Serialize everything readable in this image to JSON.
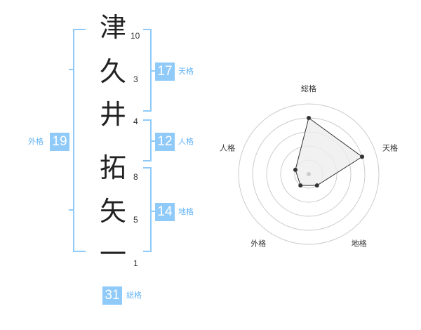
{
  "name_chars": [
    {
      "char": "津",
      "strokes": "10"
    },
    {
      "char": "久",
      "strokes": "3"
    },
    {
      "char": "井",
      "strokes": "4"
    },
    {
      "char": "拓",
      "strokes": "8"
    },
    {
      "char": "矢",
      "strokes": "5"
    },
    {
      "char": "一",
      "strokes": "1"
    }
  ],
  "fortunes": {
    "tenkaku": {
      "value": "17",
      "label": "天格"
    },
    "jinkaku": {
      "value": "12",
      "label": "人格"
    },
    "chikaku": {
      "value": "14",
      "label": "地格"
    },
    "gaikaku": {
      "value": "19",
      "label": "外格"
    },
    "soukaku": {
      "value": "31",
      "label": "総格"
    }
  },
  "chart_data": {
    "type": "radar",
    "axes": [
      "総格",
      "天格",
      "地格",
      "外格",
      "人格"
    ],
    "values": [
      4,
      4,
      1,
      1,
      1
    ],
    "max": 5,
    "colors": {
      "fill": "#eeeeee",
      "line": "#333333",
      "ring": "#cccccc",
      "center": "#cccccc"
    }
  }
}
